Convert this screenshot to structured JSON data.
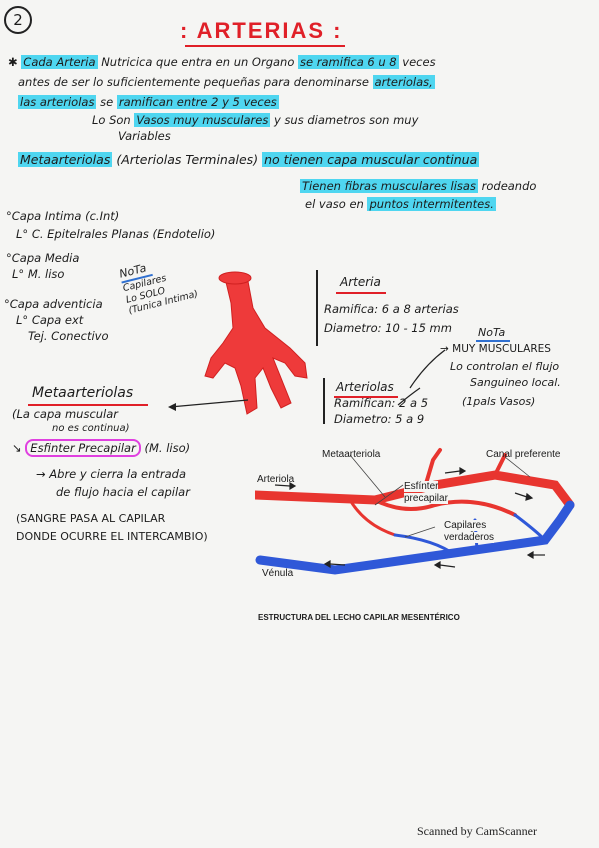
{
  "page_number": "2",
  "title": ": ARTERIAS :",
  "intro": {
    "l1_a": "Cada Arteria",
    "l1_b": "Nutricica que entra en un Organo",
    "l1_c": "se ramifica 6 u 8",
    "l1_d": "veces",
    "l2_a": "antes de ser lo suficientemente pequeñas para denominarse",
    "l2_b": "arteriolas,",
    "l3_a": "las arteriolas",
    "l3_b": "se",
    "l3_c": "ramifican entre 2 y 5 veces",
    "l4_a": "Lo Son",
    "l4_b": "Vasos muy musculares",
    "l4_c": "y sus diametros son muy",
    "l5": "Variables"
  },
  "metaarteriolas_def": {
    "term": "Metaarteriolas",
    "paren": "(Arteriolas Terminales)",
    "p1": "no tienen capa muscular continua",
    "p2_a": "Tienen fibras musculares lisas",
    "p2_b": "rodeando",
    "p3_a": "el vaso en",
    "p3_b": "puntos intermitentes."
  },
  "layers": {
    "intima": "°Capa Intima (c.Int)",
    "intima_sub": "L° C. Epitelrales Planas (Endotelio)",
    "media": "°Capa Media",
    "media_sub": "L° M. liso",
    "adventicia": "°Capa adventicia",
    "adventicia_sub1": "L° Capa ext",
    "adventicia_sub2": "Tej. Conectivo"
  },
  "nota_left": {
    "title": "NoTa",
    "l1": "Capilares",
    "l2": "Lo SOLO",
    "l3": "(Tunica Intima)"
  },
  "arteria_box": {
    "title": "Arteria",
    "ramif": "Ramifica: 6 a 8 arterias",
    "diam": "Diametro: 10 - 15 mm"
  },
  "arteriolas_box": {
    "title": "Arteriolas",
    "ramif": "Ramifican: 2 a 5",
    "diam": "Diametro: 5 a 9"
  },
  "nota_right": {
    "title": "NoTa",
    "l1": "→ MUY MUSCULARES",
    "l2": "Lo controlan el flujo",
    "l3": "Sanguineo local.",
    "l4": "(1pals Vasos)"
  },
  "metaarteriolas_note": {
    "title": "Metaarteriolas",
    "l1": "(La capa muscular",
    "l2": "no es continua)",
    "esf": "Esfinter Precapilar",
    "esf_paren": "(M. liso)",
    "l3": "→ Abre y cierra la entrada",
    "l4": "de flujo hacia el capilar",
    "l5": "(SANGRE PASA AL CAPILAR",
    "l6": "DONDE OCURRE EL INTERCAMBIO)"
  },
  "figure": {
    "metaarteriola": "Metaarteriola",
    "canal": "Canal preferente",
    "arteriola": "Arteriola",
    "esfinter1": "Esfínter",
    "esfinter2": "precapilar",
    "capilares1": "Capilares",
    "capilares2": "verdaderos",
    "venula": "Vénula",
    "caption": "ESTRUCTURA DEL LECHO CAPILAR MESENTÉRICO"
  },
  "footer": "Scanned by CamScanner",
  "colors": {
    "red": "#e02028",
    "highlight": "#4fd6f0",
    "blue": "#2060c8",
    "pink": "#e040e0"
  }
}
